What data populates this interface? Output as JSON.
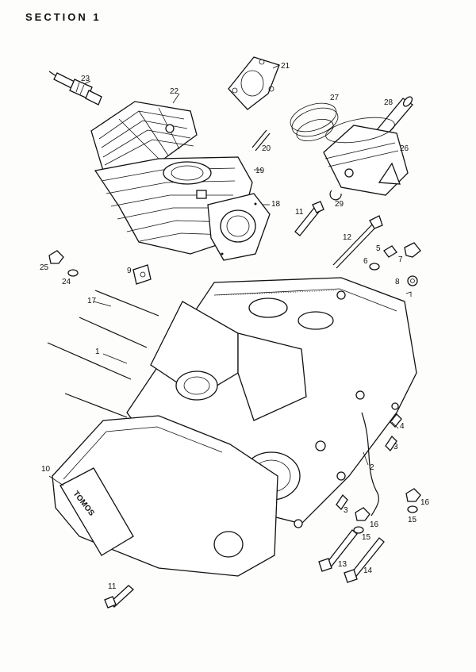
{
  "header": {
    "title": "SECTION 1"
  },
  "brand": {
    "logo_text": "TOMOS"
  },
  "callouts": {
    "c1": "1",
    "c2": "2",
    "c3a": "3",
    "c3b": "3",
    "c4": "4",
    "c5": "5",
    "c6": "6",
    "c7": "7",
    "c8": "8",
    "c9": "9",
    "c10": "10",
    "c11a": "11",
    "c11b": "11",
    "c12": "12",
    "c13": "13",
    "c14": "14",
    "c15a": "15",
    "c15b": "15",
    "c16a": "16",
    "c16b": "16",
    "c17": "17",
    "c18": "18",
    "c19": "19",
    "c20": "20",
    "c21": "21",
    "c22": "22",
    "c23": "23",
    "c24": "24",
    "c25": "25",
    "c26": "26",
    "c27": "27",
    "c28": "28",
    "c29": "29"
  }
}
